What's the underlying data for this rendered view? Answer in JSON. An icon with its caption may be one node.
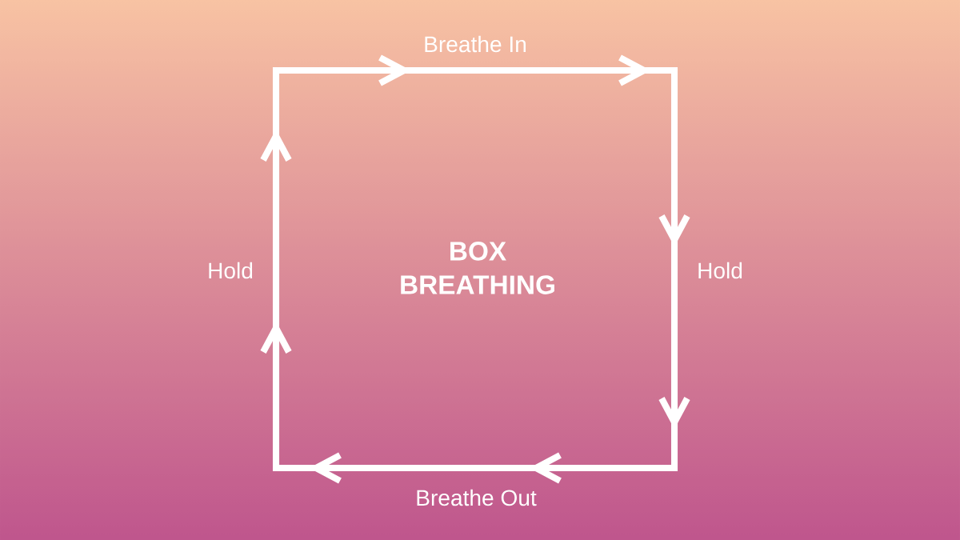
{
  "diagram": {
    "labels": [
      "Breathe In",
      "Hold",
      "BOX BREATHING",
      "Hold",
      "Breathe Out"
    ]
  }
}
